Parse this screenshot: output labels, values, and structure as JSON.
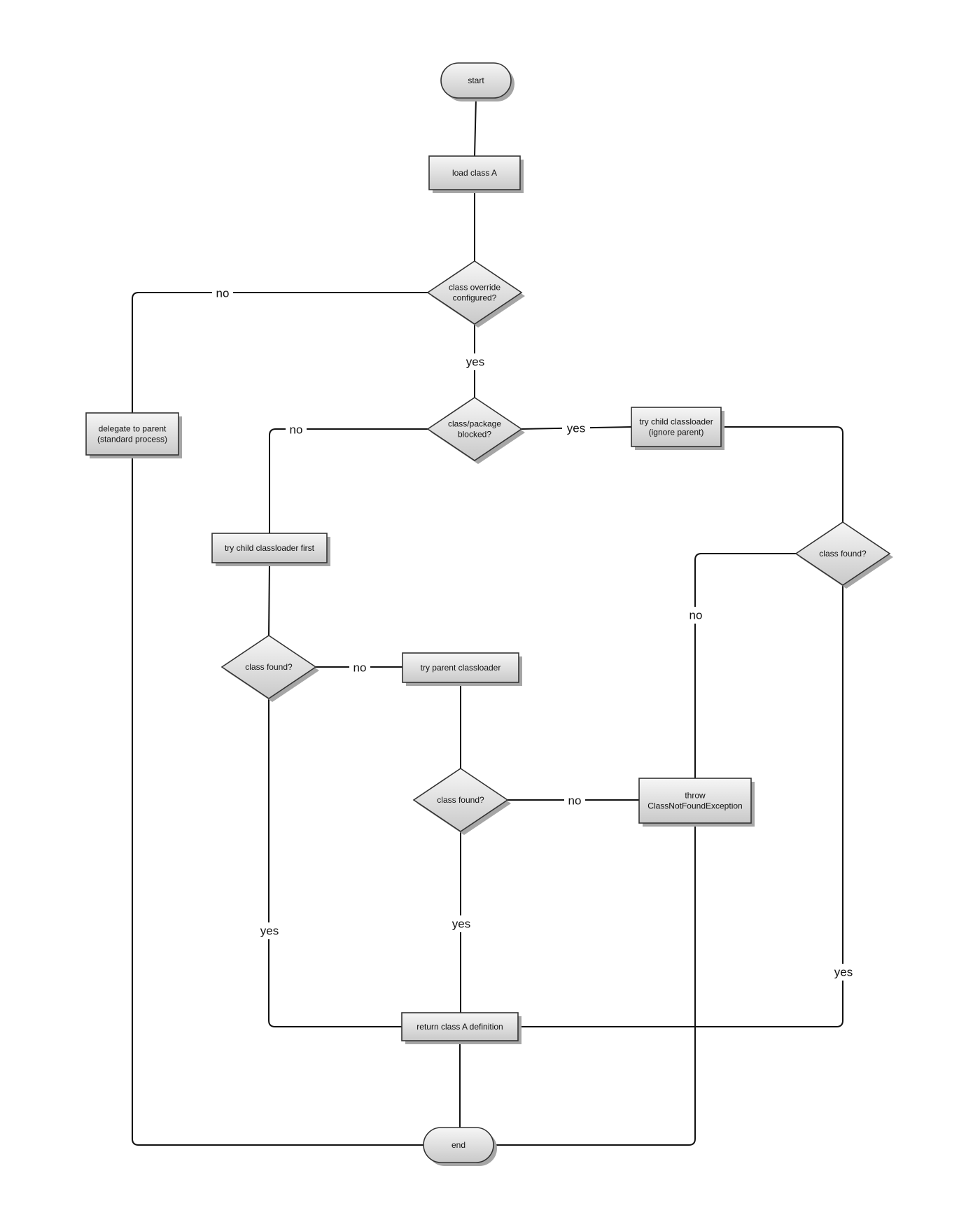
{
  "colors": {
    "node_fill_top": "#f6f6f6",
    "node_fill_bottom": "#c9c9c9",
    "edge": "#111111",
    "shadow": "#a6a6a6"
  },
  "nodes": {
    "start": {
      "type": "terminal",
      "lines": [
        "start"
      ]
    },
    "load": {
      "type": "process",
      "lines": [
        "load class A"
      ]
    },
    "override": {
      "type": "decision",
      "lines": [
        "class override",
        "configured?"
      ]
    },
    "blocked": {
      "type": "decision",
      "lines": [
        "class/package",
        "blocked?"
      ]
    },
    "delegate": {
      "type": "process",
      "lines": [
        "delegate to parent",
        "(standard process)"
      ]
    },
    "try_child_ignore": {
      "type": "process",
      "lines": [
        "try child classloader",
        "(ignore parent)"
      ]
    },
    "try_child_first": {
      "type": "process",
      "lines": [
        "try child classloader first"
      ]
    },
    "found_right": {
      "type": "decision",
      "lines": [
        "class found?"
      ]
    },
    "found_left": {
      "type": "decision",
      "lines": [
        "class found?"
      ]
    },
    "try_parent": {
      "type": "process",
      "lines": [
        "try parent classloader"
      ]
    },
    "found_mid": {
      "type": "decision",
      "lines": [
        "class found?"
      ]
    },
    "throw": {
      "type": "process",
      "lines": [
        "throw",
        "ClassNotFoundException"
      ]
    },
    "return": {
      "type": "process",
      "lines": [
        "return class A definition"
      ]
    },
    "end": {
      "type": "terminal",
      "lines": [
        "end"
      ]
    }
  },
  "edges": [
    {
      "from": "start",
      "to": "load",
      "label": ""
    },
    {
      "from": "load",
      "to": "override",
      "label": ""
    },
    {
      "from": "override",
      "to": "delegate",
      "label": "no"
    },
    {
      "from": "override",
      "to": "blocked",
      "label": "yes"
    },
    {
      "from": "blocked",
      "to": "try_child_first",
      "label": "no"
    },
    {
      "from": "blocked",
      "to": "try_child_ignore",
      "label": "yes"
    },
    {
      "from": "try_child_ignore",
      "to": "found_right",
      "label": ""
    },
    {
      "from": "found_right",
      "to": "throw",
      "label": "no"
    },
    {
      "from": "found_right",
      "to": "return",
      "label": "yes"
    },
    {
      "from": "try_child_first",
      "to": "found_left",
      "label": ""
    },
    {
      "from": "found_left",
      "to": "try_parent",
      "label": "no"
    },
    {
      "from": "found_left",
      "to": "return",
      "label": "yes"
    },
    {
      "from": "try_parent",
      "to": "found_mid",
      "label": ""
    },
    {
      "from": "found_mid",
      "to": "throw",
      "label": "no"
    },
    {
      "from": "found_mid",
      "to": "return",
      "label": "yes"
    },
    {
      "from": "delegate",
      "to": "end",
      "label": ""
    },
    {
      "from": "return",
      "to": "end",
      "label": ""
    },
    {
      "from": "throw",
      "to": "end",
      "label": ""
    }
  ]
}
